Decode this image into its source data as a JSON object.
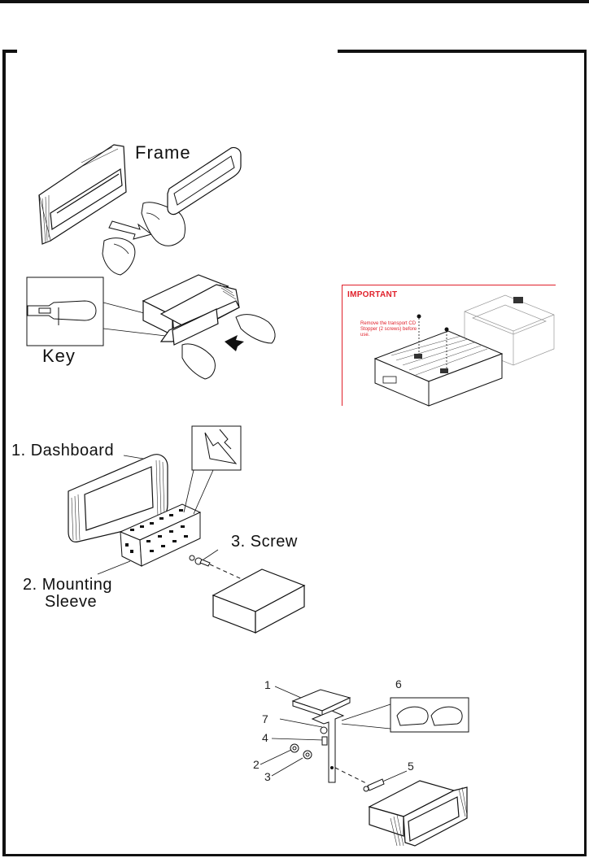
{
  "labels": {
    "frame": "Frame",
    "key": "Key",
    "dashboard": "1. Dashboard",
    "mounting_sleeve_1": "2. Mounting",
    "mounting_sleeve_2": "Sleeve",
    "screw": "3. Screw"
  },
  "important_box": {
    "title": "IMPORTANT",
    "text": "Remove the transport CD Stopper (2 screws) before use."
  },
  "part_numbers": [
    "1",
    "2",
    "3",
    "4",
    "5",
    "6",
    "7"
  ],
  "colors": {
    "important_red": "#e0202a",
    "line": "#111111"
  }
}
